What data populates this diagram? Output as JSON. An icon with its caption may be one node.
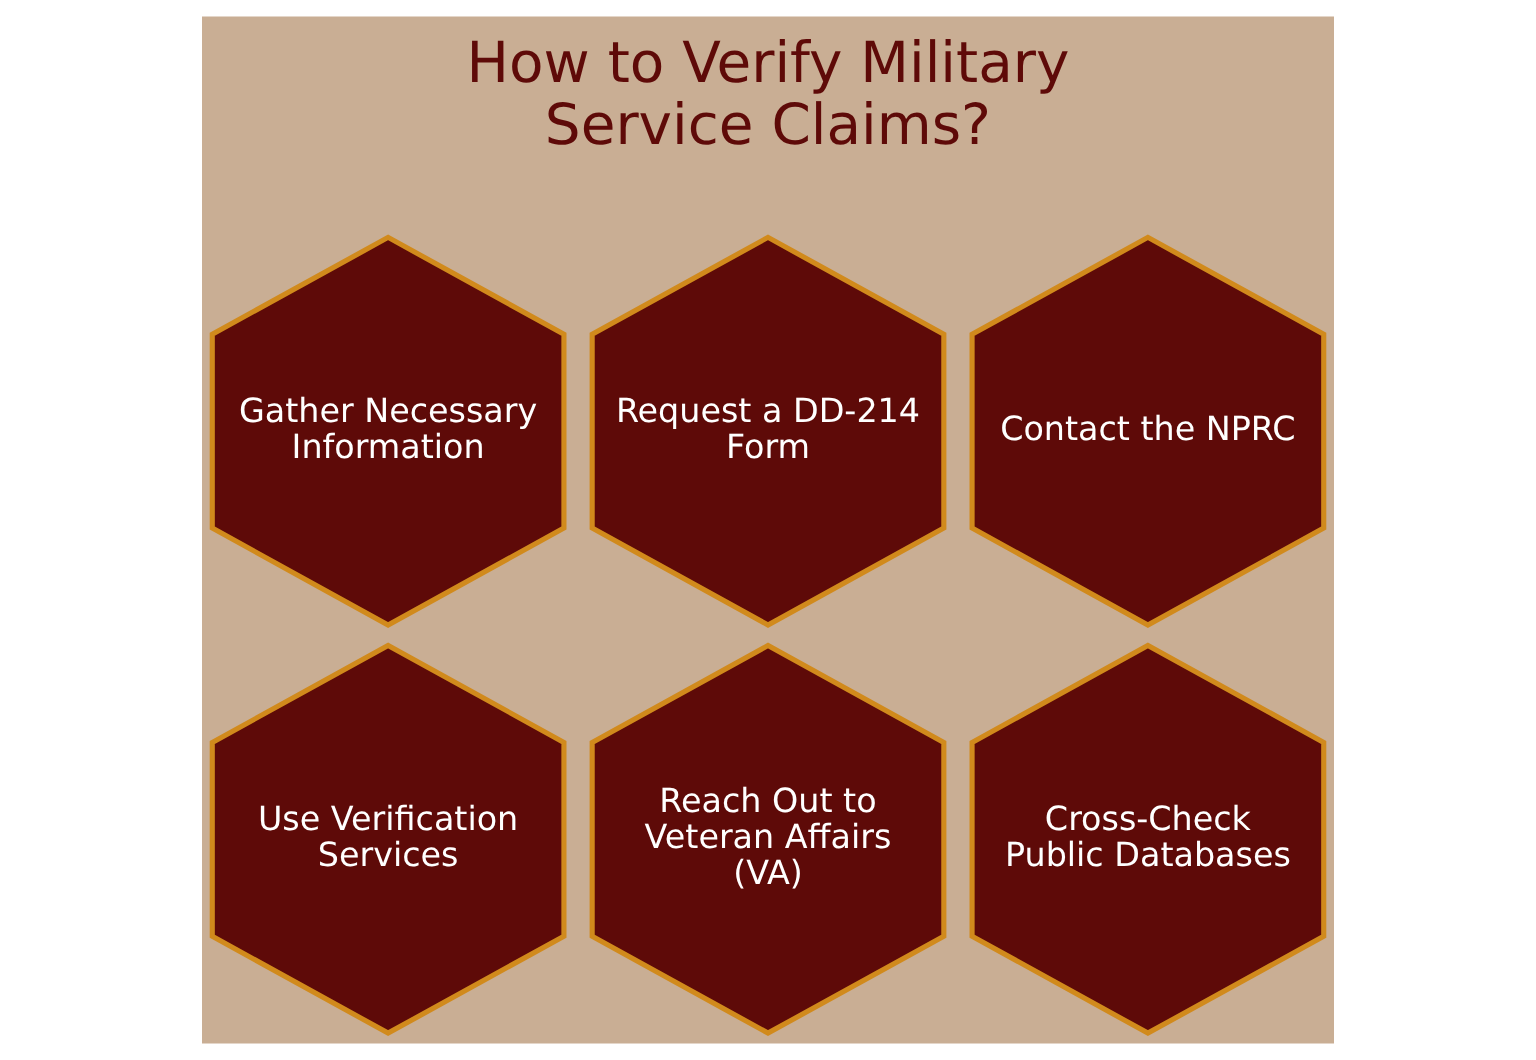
{
  "diagram": {
    "title": "How to Verify Military Service Claims?",
    "nodes": [
      {
        "text": [
          "Gather Necessary Information"
        ]
      },
      {
        "text": [
          "Request a DD-214 Form"
        ]
      },
      {
        "text": [
          "Contact the NPRC"
        ]
      },
      {
        "text": [
          "Use Verification Services"
        ]
      },
      {
        "text": [
          "Reach Out to Veteran Affairs (VA)"
        ]
      },
      {
        "text": [
          "Cross-Check Public Databases"
        ]
      }
    ],
    "edges": []
  }
}
